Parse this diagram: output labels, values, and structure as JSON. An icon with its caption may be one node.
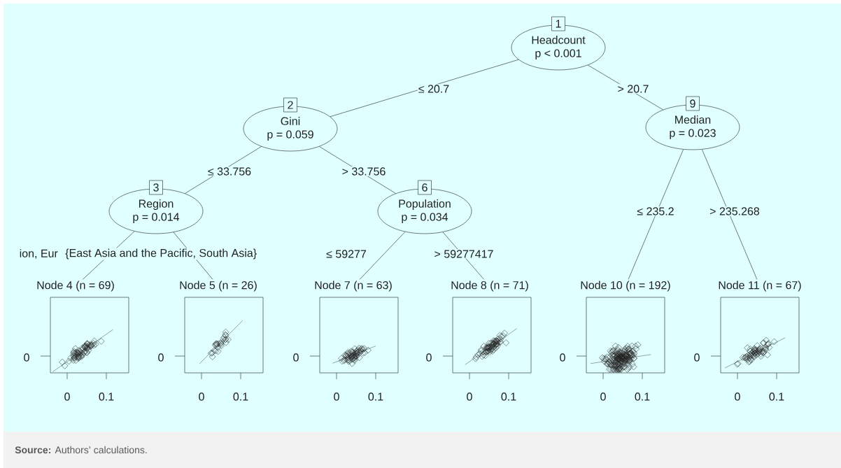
{
  "diagram": {
    "caption": "**Source:** Authors’ calculations.",
    "nodes": [
      {
        "text": [
          "1",
          "Headcount",
          "p < 0.001"
        ]
      },
      {
        "text": [
          "2",
          "Gini",
          "p = 0.059"
        ]
      },
      {
        "text": [
          "3",
          "Region",
          "p = 0.014"
        ]
      },
      {
        "text": [
          "Node 4 (n = 69)"
        ]
      },
      {
        "text": [
          "Node 5 (n = 26)"
        ]
      },
      {
        "text": [
          "6",
          "Population",
          "p = 0.034"
        ]
      },
      {
        "text": [
          "Node 7 (n = 63)"
        ]
      },
      {
        "text": [
          "Node 8 (n = 71)"
        ]
      },
      {
        "text": [
          "9",
          "Median",
          "p = 0.023"
        ]
      },
      {
        "text": [
          "Node 10 (n = 192)"
        ]
      },
      {
        "text": [
          "Node 11 (n = 67)"
        ]
      }
    ],
    "labels": [
      "0",
      "0",
      "0",
      "0",
      "0",
      "0",
      "0",
      "0.1",
      "0",
      "0.1",
      "0",
      "0.1",
      "0",
      "0.1",
      "0",
      "0.1",
      "0",
      "0.1"
    ],
    "edges": [
      {
        "from": 0,
        "to": 1,
        "arrow": "none",
        "label": "≤ 20.7"
      },
      {
        "from": 0,
        "to": 8,
        "arrow": "none",
        "label": "> 20.7"
      },
      {
        "from": 1,
        "to": 2,
        "arrow": "none",
        "label": "≤ 33.756"
      },
      {
        "from": 1,
        "to": 5,
        "arrow": "none",
        "label": "> 33.756"
      },
      {
        "from": 2,
        "to": 3,
        "arrow": "none",
        "label": "ion, Eur"
      },
      {
        "from": 2,
        "to": 4,
        "arrow": "none",
        "label": "{East Asia and the Pacific, South Asia}"
      },
      {
        "from": 5,
        "to": 6,
        "arrow": "none",
        "label": "≤ 59277"
      },
      {
        "from": 5,
        "to": 7,
        "arrow": "none",
        "label": "> 59277417"
      },
      {
        "from": 8,
        "to": 9,
        "arrow": "none",
        "label": "≤ 235.2"
      },
      {
        "from": 8,
        "to": 10,
        "arrow": "none",
        "label": "> 235.268"
      }
    ]
  }
}
